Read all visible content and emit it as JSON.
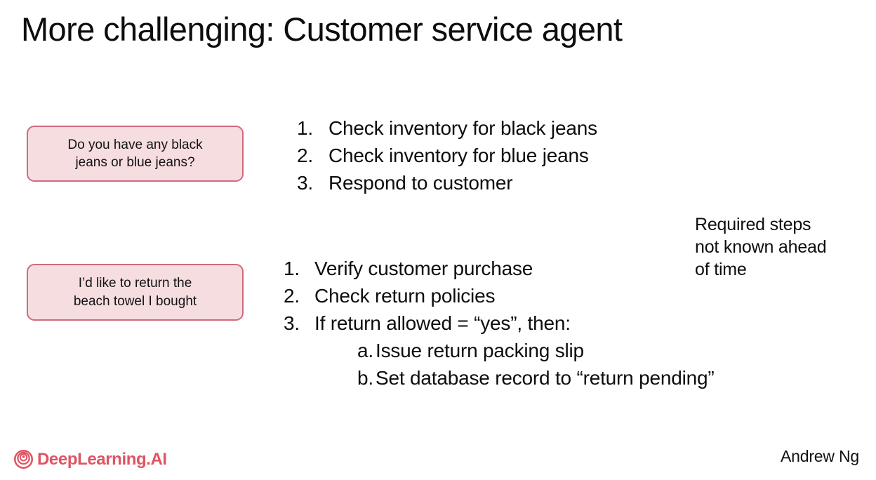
{
  "slide": {
    "title": "More challenging: Customer service agent",
    "background_color": "#ffffff"
  },
  "bubbles": [
    {
      "name": "customer-message-1",
      "lines": [
        "Do you have any black",
        "jeans or blue jeans?"
      ],
      "fill_color": "#f6dde0",
      "border_color": "#d06b7c"
    },
    {
      "name": "customer-message-2",
      "lines": [
        "I’d like to return the",
        "beach towel I bought"
      ],
      "fill_color": "#f6dde0",
      "border_color": "#d06b7c"
    }
  ],
  "step_lists": [
    {
      "name": "steps-black-blue-jeans",
      "items": [
        {
          "num": "1.",
          "text": "Check inventory for black jeans"
        },
        {
          "num": "2.",
          "text": "Check inventory for blue jeans"
        },
        {
          "num": "3.",
          "text": "Respond to customer"
        }
      ]
    },
    {
      "name": "steps-beach-towel-return",
      "items": [
        {
          "num": "1.",
          "text": "Verify customer purchase"
        },
        {
          "num": "2.",
          "text": "Check return policies"
        },
        {
          "num": "3.",
          "text": "If return allowed = “yes”, then:"
        }
      ],
      "substeps": [
        {
          "num": "a.",
          "text": "Issue return packing slip"
        },
        {
          "num": "b.",
          "text": "Set database record to “return pending”"
        }
      ]
    }
  ],
  "annotation": {
    "name": "required-steps-note",
    "lines": [
      "Required steps",
      "not known ahead",
      "of time"
    ]
  },
  "footer": {
    "brand_name": "DeepLearning.AI",
    "brand_color": "#e05362",
    "brand_logo_icon": "deeplearning-spiral-icon",
    "presenter": "Andrew Ng"
  }
}
